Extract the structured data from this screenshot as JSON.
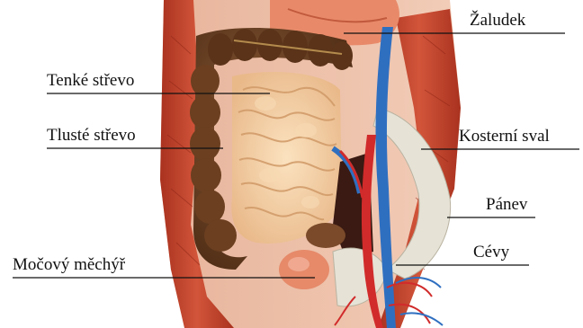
{
  "labels": {
    "zaludek": "Žaludek",
    "tenke_strevo": "Tenké střevo",
    "tluste_strevo": "Tlusté střevo",
    "kosterni_sval": "Kosterní sval",
    "panev": "Pánev",
    "cevy": "Cévy",
    "mocovy_mechyr": "Močový měchýř"
  },
  "colors": {
    "muscle": "#c2432e",
    "small_intestine": "#f3cfa0",
    "large_intestine": "#6e4225",
    "vein": "#2f6fc0",
    "artery": "#d12b2b",
    "bone": "#e6e2d6"
  }
}
